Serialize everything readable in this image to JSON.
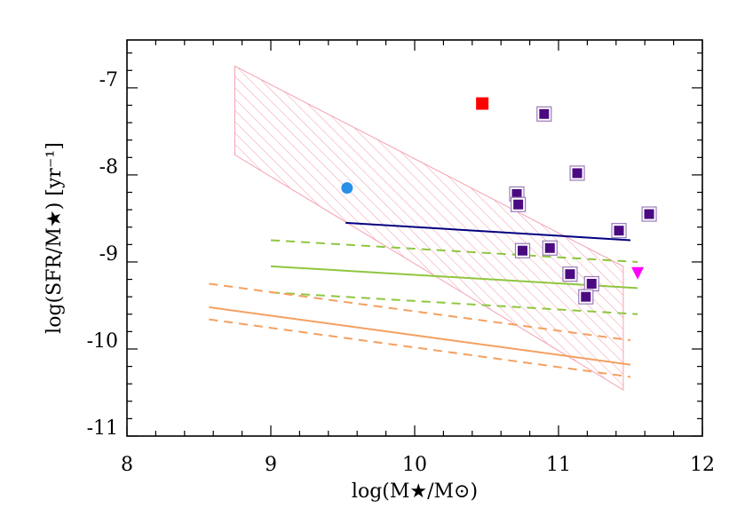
{
  "chart_data": {
    "type": "scatter",
    "xlabel": "log(M★/M⊙)",
    "ylabel": "log(SFR/M★) [yr⁻¹]",
    "xlim": [
      8,
      12
    ],
    "ylim": [
      -11,
      -6.45
    ],
    "xticks": [
      "8",
      "9",
      "10",
      "11",
      "12"
    ],
    "yticks": [
      "-11",
      "-10",
      "-9",
      "-8",
      "-7"
    ],
    "hatched_region": {
      "color": "#f4a0b0",
      "polygon": [
        [
          8.75,
          -6.75
        ],
        [
          11.45,
          -9.05
        ],
        [
          11.45,
          -10.47
        ],
        [
          8.75,
          -7.77
        ]
      ]
    },
    "lines": [
      {
        "color": "#000080",
        "style": "solid",
        "x": [
          9.52,
          11.5
        ],
        "y": [
          -8.55,
          -8.75
        ]
      },
      {
        "color": "#8fc63f",
        "style": "dashed",
        "x": [
          9.0,
          11.55
        ],
        "y": [
          -8.75,
          -9.0
        ]
      },
      {
        "color": "#8fc63f",
        "style": "solid",
        "x": [
          9.0,
          11.55
        ],
        "y": [
          -9.05,
          -9.3
        ]
      },
      {
        "color": "#8fc63f",
        "style": "dashed",
        "x": [
          9.0,
          11.55
        ],
        "y": [
          -9.35,
          -9.6
        ]
      },
      {
        "color": "#f4a060",
        "style": "dashed",
        "x": [
          8.57,
          11.5
        ],
        "y": [
          -9.25,
          -9.9
        ]
      },
      {
        "color": "#f4a060",
        "style": "solid",
        "x": [
          8.57,
          11.5
        ],
        "y": [
          -9.52,
          -10.18
        ]
      },
      {
        "color": "#f4a060",
        "style": "dashed",
        "x": [
          8.57,
          11.5
        ],
        "y": [
          -9.66,
          -10.32
        ]
      }
    ],
    "points": [
      {
        "marker": "square-filled",
        "color": "#ff0000",
        "x": 10.47,
        "y": -7.18
      },
      {
        "marker": "circle",
        "color": "#2a8fe8",
        "x": 9.53,
        "y": -8.15
      },
      {
        "marker": "triangle-down",
        "color": "#ff00ff",
        "x": 11.55,
        "y": -9.13
      },
      {
        "marker": "square-boxed",
        "color": "#4b0a82",
        "x": 10.9,
        "y": -7.3
      },
      {
        "marker": "square-boxed",
        "color": "#4b0a82",
        "x": 11.13,
        "y": -7.98
      },
      {
        "marker": "square-boxed",
        "color": "#4b0a82",
        "x": 10.71,
        "y": -8.22
      },
      {
        "marker": "square-boxed",
        "color": "#4b0a82",
        "x": 10.72,
        "y": -8.34
      },
      {
        "marker": "square-boxed",
        "color": "#4b0a82",
        "x": 11.63,
        "y": -8.45
      },
      {
        "marker": "square-boxed",
        "color": "#4b0a82",
        "x": 11.42,
        "y": -8.64
      },
      {
        "marker": "square-boxed",
        "color": "#4b0a82",
        "x": 10.94,
        "y": -8.84
      },
      {
        "marker": "square-boxed",
        "color": "#4b0a82",
        "x": 10.75,
        "y": -8.87
      },
      {
        "marker": "square-boxed",
        "color": "#4b0a82",
        "x": 11.08,
        "y": -9.14
      },
      {
        "marker": "square-boxed",
        "color": "#4b0a82",
        "x": 11.23,
        "y": -9.25
      },
      {
        "marker": "square-boxed",
        "color": "#4b0a82",
        "x": 11.19,
        "y": -9.4
      }
    ]
  }
}
